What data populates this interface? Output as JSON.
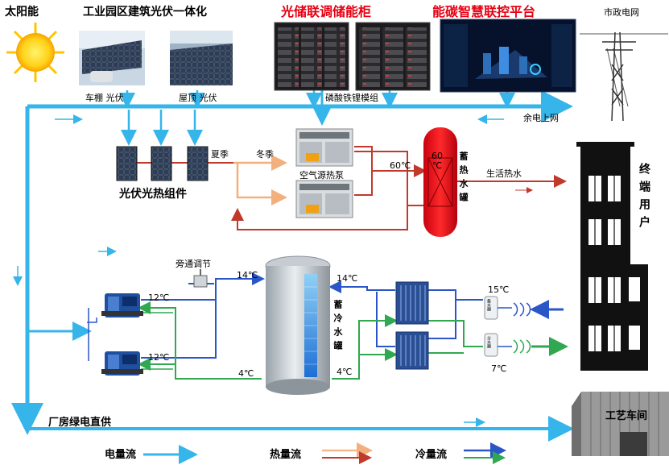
{
  "headings": {
    "solar": "太阳能",
    "industrial_pv": "工业园区建筑光伏一体化",
    "storage_cabinet": "光储联调储能柜",
    "platform": "能碳智慧联控平台",
    "municipal_grid": "市政电网"
  },
  "labels": {
    "carport_pv": "车棚 光伏",
    "rooftop_pv": "屋顶 光伏",
    "battery": "磷酸铁锂模组",
    "surplus_grid": "余电上网",
    "summer": "夏季",
    "winter": "冬季",
    "pvt_module": "光伏光热组件",
    "heat_pump": "空气源热泵",
    "temp_60_pipe": "60℃",
    "temp_60_tank": "60\n℃",
    "hot_tank": "蓄热水罐",
    "domestic_hot_water": "生活热水",
    "end_user": "终端用户",
    "bypass": "旁通调节",
    "temp_14_left": "14℃",
    "temp_12_top": "12℃",
    "temp_12_bottom": "12℃",
    "temp_4_left": "4℃",
    "cold_tank": "蓄冷水罐",
    "temp_14_right": "14℃",
    "temp_4_right": "4℃",
    "temp_15": "15℃",
    "temp_7": "7℃",
    "collector": "集水器",
    "distributor": "分水器",
    "factory_green_power": "厂房绿电直供",
    "workshop": "工艺车间"
  },
  "legend": [
    {
      "label": "电量流",
      "color": "#37b6ec"
    },
    {
      "label": "热量流",
      "colors": [
        "#f5b98a",
        "#c0392b"
      ]
    },
    {
      "label": "冷量流",
      "colors": [
        "#2b56c7",
        "#2fa84f"
      ]
    }
  ],
  "colors": {
    "electric": "#35b5ea",
    "heat_light": "#f2b07f",
    "heat_dark": "#c0392b",
    "cold_blue": "#2b56c7",
    "cold_green": "#2fa84f",
    "accent_red": "#e60012"
  }
}
